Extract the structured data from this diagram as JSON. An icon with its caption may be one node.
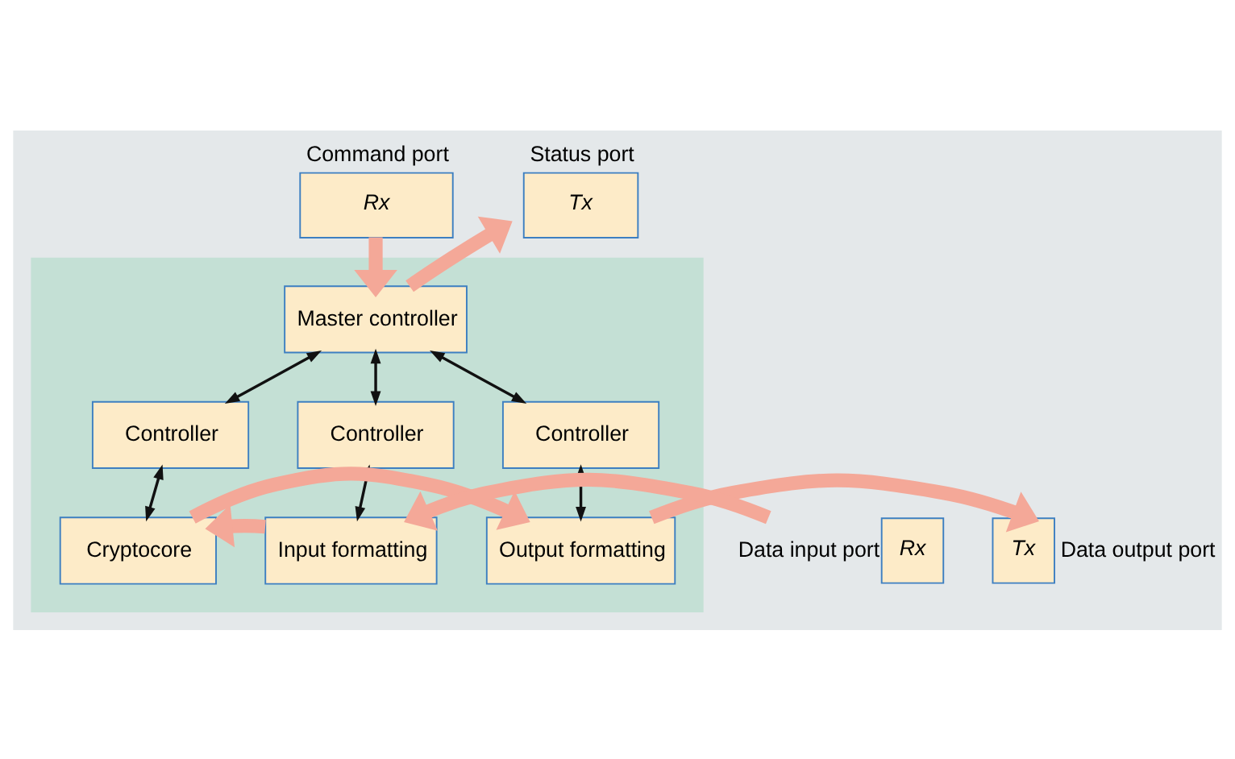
{
  "diagram": {
    "nodes": [
      {
        "text": [],
        "shape": "box"
      },
      {
        "text": [
          "Rx"
        ],
        "beside": [
          "Command port"
        ]
      },
      {
        "text": [
          "Tx"
        ],
        "beside": [
          "Status port"
        ]
      },
      {
        "text": [
          "Master controller"
        ],
        "in": 0
      },
      {
        "text": [
          "Controller"
        ],
        "in": 0
      },
      {
        "text": [
          "Controller"
        ],
        "in": 0
      },
      {
        "text": [
          "Controller"
        ],
        "in": 0
      },
      {
        "text": [
          "Rx"
        ],
        "beside": [
          "Data input port"
        ]
      },
      {
        "text": [
          "Input formatting"
        ],
        "in": 0
      },
      {
        "text": [
          "Cryptocore"
        ],
        "in": 0
      },
      {
        "text": [
          "Output formatting"
        ],
        "in": 0
      },
      {
        "text": [
          "Tx"
        ],
        "beside": [
          "Data output port"
        ]
      }
    ],
    "edges": [
      {
        "from": 1,
        "to": 3,
        "arrow": "to",
        "style": "thick",
        "color": "#f4a898"
      },
      {
        "from": 3,
        "to": 2,
        "arrow": "to",
        "style": "thick",
        "color": "#f4a898"
      },
      {
        "from": 3,
        "to": 4,
        "arrow": "both",
        "color": "#111111"
      },
      {
        "from": 3,
        "to": 5,
        "arrow": "both",
        "color": "#111111"
      },
      {
        "from": 3,
        "to": 6,
        "arrow": "both",
        "color": "#111111"
      },
      {
        "from": 4,
        "to": 8,
        "arrow": "both",
        "color": "#111111"
      },
      {
        "from": 5,
        "to": 9,
        "arrow": "both",
        "color": "#111111"
      },
      {
        "from": 6,
        "to": 10,
        "arrow": "both",
        "color": "#111111"
      },
      {
        "from": 7,
        "to": 8,
        "arrow": "to",
        "style": "thick",
        "color": "#f4a898"
      },
      {
        "from": 8,
        "to": 9,
        "arrow": "to",
        "style": "thick",
        "color": "#f4a898"
      },
      {
        "from": 9,
        "to": 10,
        "arrow": "to",
        "style": "thick",
        "color": "#f4a898"
      },
      {
        "from": 10,
        "to": 11,
        "arrow": "to",
        "style": "thick",
        "color": "#f4a898"
      }
    ]
  }
}
